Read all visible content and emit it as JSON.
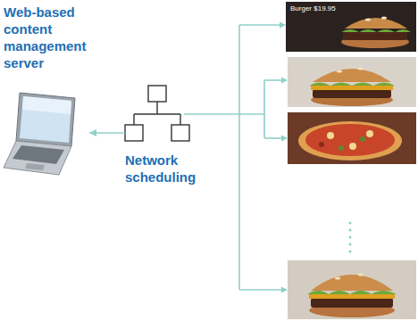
{
  "diagram": {
    "nodes": [
      {
        "text": [
          "Web-based content management server"
        ]
      },
      {
        "text": [
          "Network scheduling"
        ]
      }
    ],
    "edges": [
      {
        "from": 1,
        "to": 0,
        "arrow": "to"
      }
    ],
    "labels": [
      "Burger $19.95"
    ]
  }
}
